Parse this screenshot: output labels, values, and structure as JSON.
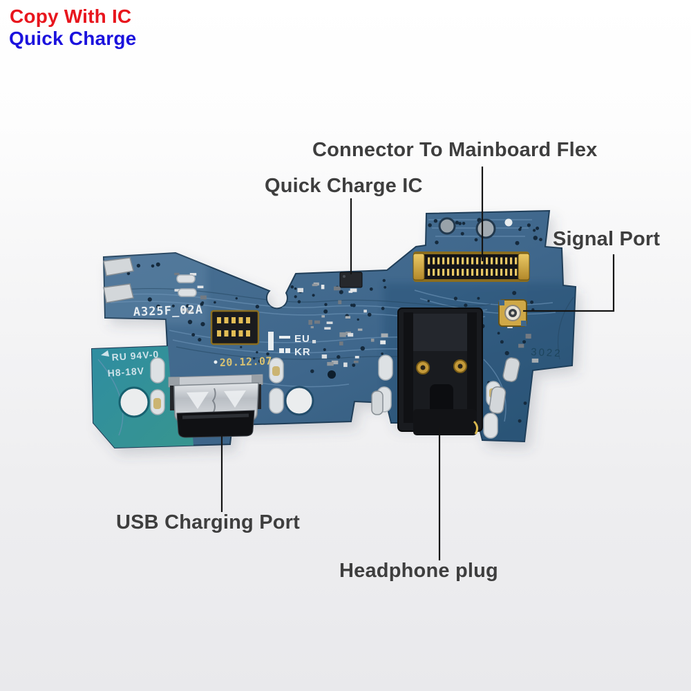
{
  "header": {
    "line1": "Copy With IC",
    "line2": "Quick Charge"
  },
  "callouts": [
    {
      "id": "connector-to-mainboard-flex",
      "label": "Connector To Mainboard Flex"
    },
    {
      "id": "quick-charge-ic",
      "label": "Quick Charge IC"
    },
    {
      "id": "signal-port",
      "label": "Signal Port"
    },
    {
      "id": "usb-charging-port",
      "label": "USB Charging Port"
    },
    {
      "id": "headphone-plug",
      "label": "Headphone plug"
    }
  ],
  "board": {
    "silkscreen": {
      "model": "A325F_02A",
      "region_eu": "EU",
      "region_kr": "KR",
      "date_code": "20.12.07",
      "ul_line1": "RU 94V-0",
      "ul_line2": "H8-18V",
      "serial": "3022"
    }
  },
  "colors": {
    "title_red": "#e8151d",
    "title_blue": "#1b12dd",
    "label_text": "#3e3e3e",
    "leader_line": "#141414",
    "pcb_blue": "#3f678c",
    "pcb_blue_dark": "#2e5878",
    "pcb_teal": "#2f8da1",
    "trace_light": "#6e95b8",
    "gold": "#d4aa45",
    "silver": "#c7cbd0",
    "black_component": "#17191d",
    "silkscreen_white": "#e8eef2",
    "silkscreen_gold": "#d9c272",
    "background": "#f2f2f3"
  }
}
